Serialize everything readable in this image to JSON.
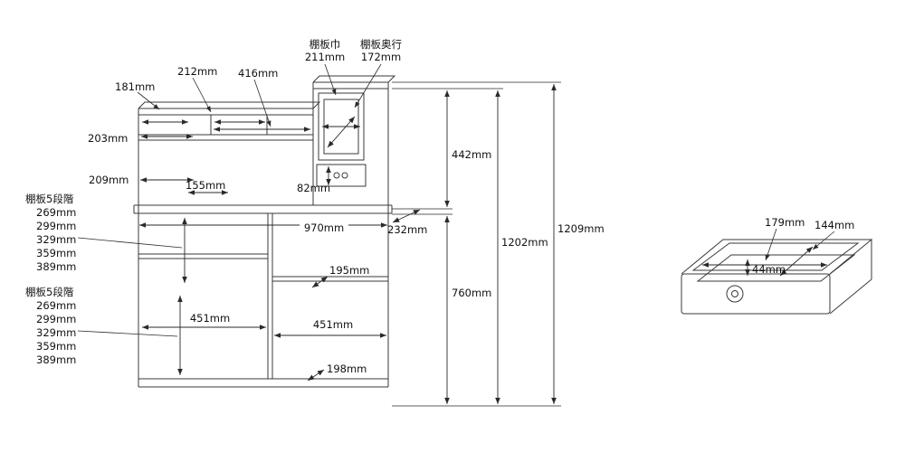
{
  "colors": {
    "line": "#3a3a3a",
    "dim_line": "#2a2a2a",
    "text": "#111111",
    "background": "#ffffff"
  },
  "labels": {
    "shelf_width_label": "棚板巾",
    "shelf_width_value": "211mm",
    "shelf_depth_label": "棚板奥行",
    "shelf_depth_value": "172mm",
    "dim_212": "212mm",
    "dim_416": "416mm",
    "dim_181": "181mm",
    "dim_203": "203mm",
    "dim_209": "209mm",
    "dim_155": "155mm",
    "dim_82": "82mm",
    "dim_970": "970mm",
    "dim_232": "232mm",
    "dim_442": "442mm",
    "dim_1202": "1202mm",
    "dim_1209": "1209mm",
    "dim_760": "760mm",
    "dim_195": "195mm",
    "dim_451_left": "451mm",
    "dim_451_right": "451mm",
    "dim_198": "198mm"
  },
  "shelf_levels_upper": {
    "title": "棚板5段階",
    "values": [
      "269mm",
      "299mm",
      "329mm",
      "359mm",
      "389mm"
    ]
  },
  "shelf_levels_lower": {
    "title": "棚板5段階",
    "values": [
      "269mm",
      "299mm",
      "329mm",
      "359mm",
      "389mm"
    ]
  },
  "drawer_detail": {
    "dim_179": "179mm",
    "dim_144": "144mm",
    "dim_44": "44mm"
  }
}
